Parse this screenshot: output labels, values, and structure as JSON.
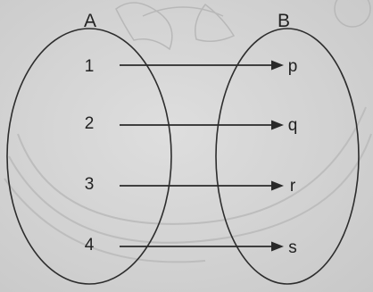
{
  "sets": {
    "domain": {
      "title": "A",
      "elements": [
        "1",
        "2",
        "3",
        "4"
      ]
    },
    "codomain": {
      "title": "B",
      "elements": [
        "p",
        "q",
        "r",
        "s"
      ]
    }
  },
  "mapping": [
    {
      "from": "1",
      "to": "p"
    },
    {
      "from": "2",
      "to": "q"
    },
    {
      "from": "3",
      "to": "r"
    },
    {
      "from": "4",
      "to": "s"
    }
  ]
}
